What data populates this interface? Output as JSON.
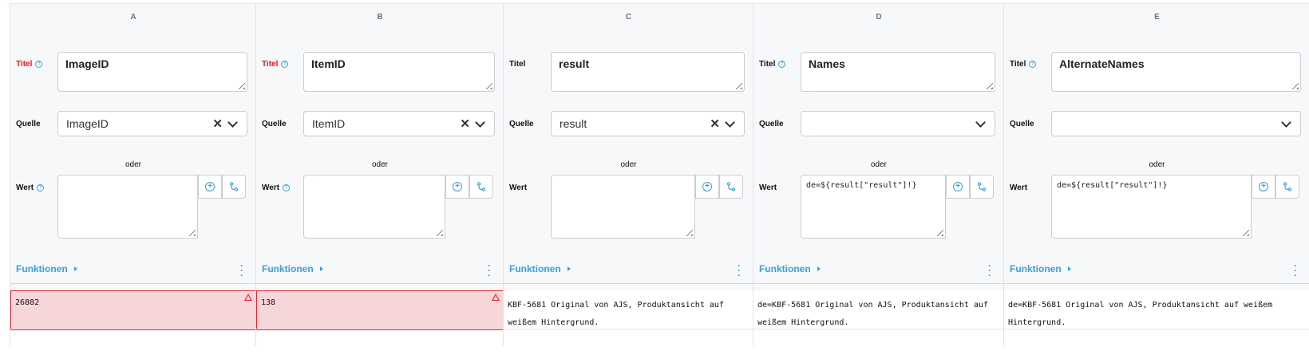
{
  "labels": {
    "titel": "Titel",
    "quelle": "Quelle",
    "oder": "oder",
    "wert": "Wert",
    "funktionen": "Funktionen"
  },
  "columns": [
    {
      "letter": "A",
      "title": "ImageID",
      "title_required": true,
      "title_help": true,
      "source": "ImageID",
      "source_clearable": true,
      "value": "",
      "value_help": true,
      "cell": "26882",
      "cell_error": true
    },
    {
      "letter": "B",
      "title": "ItemID",
      "title_required": true,
      "title_help": true,
      "source": "ItemID",
      "source_clearable": true,
      "value": "",
      "value_help": true,
      "cell": "138",
      "cell_error": true
    },
    {
      "letter": "C",
      "title": "result",
      "title_required": false,
      "title_help": false,
      "source": "result",
      "source_clearable": true,
      "value": "",
      "value_help": false,
      "cell": "KBF-5681 Original von AJS, Produktansicht auf weißem Hintergrund.",
      "cell_error": false
    },
    {
      "letter": "D",
      "title": "Names",
      "title_required": false,
      "title_help": true,
      "source": "",
      "source_clearable": false,
      "value": "de=${result[\"result\"]!}",
      "value_help": false,
      "cell": "de=KBF-5681 Original von AJS, Produktansicht auf weißem Hintergrund.",
      "cell_error": false
    },
    {
      "letter": "E",
      "title": "AlternateNames",
      "title_required": false,
      "title_help": true,
      "source": "",
      "source_clearable": false,
      "value": "de=${result[\"result\"]!}",
      "value_help": false,
      "cell": "de=KBF-5681 Original von AJS, Produktansicht auf weißem Hintergrund.",
      "cell_error": false
    }
  ],
  "colors": {
    "accent": "#3aa1d6",
    "required": "#e0191b",
    "error_bg": "#f7d6d9",
    "error_border": "#d9272e"
  }
}
